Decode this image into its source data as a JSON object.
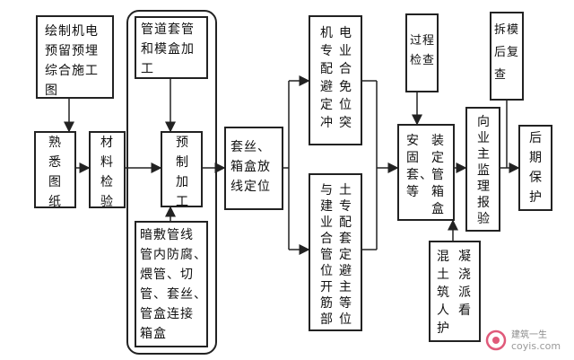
{
  "nodes": {
    "draw": "绘制机电\n预留预埋\n综合施工\n图",
    "familiar": "熟\n悉\n图\n纸",
    "material": "材\n料\n检\n验",
    "pipe_box": "管道套管\n和模盒加\n工",
    "prefab": "预\n制\n加\n工",
    "embed": "暗敷管线\n管内防腐、\n煨管、切\n管、套丝、\n管盒连接\n箱盒",
    "sleeve": "套丝、\n箱盒放\n线定位",
    "elec_cols": [
      "机专配避定冲",
      "电业合免位突"
    ],
    "civil_cols": [
      "与建业合管位开筋部",
      "土专配套定避主等位"
    ],
    "process": "过程\n检查",
    "install_cols": [
      "安固套、等",
      "装定管箱盒"
    ],
    "pour_cols": [
      "混土筑人护",
      "凝浇派看"
    ],
    "owner_cols": [
      "向业主监理报验"
    ],
    "remove": "拆模\n后复\n查",
    "protect": "后\n期\n保\n护"
  },
  "watermark": {
    "site": "建筑一生",
    "url": "coyis.com"
  }
}
